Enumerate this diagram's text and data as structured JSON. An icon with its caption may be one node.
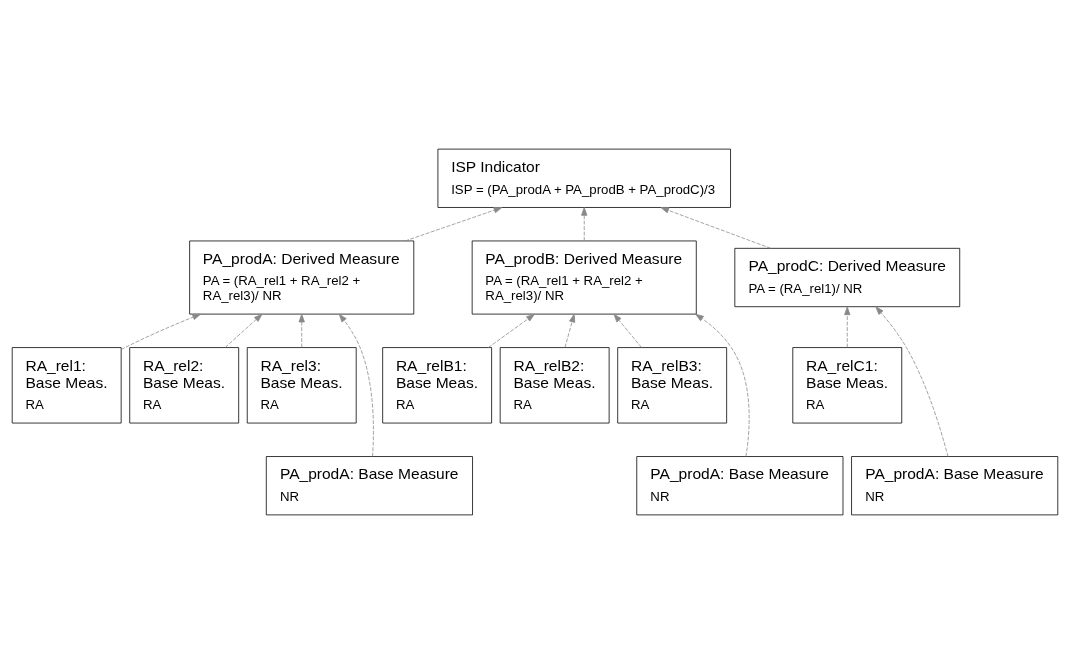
{
  "diagram": {
    "nodes": [
      {
        "text": [
          "ISP Indicator",
          "ISP = (PA_prodA + PA_prodB + PA_prodC)/3"
        ]
      },
      {
        "text": [
          "PA_prodA: Derived Measure",
          "PA = (RA_rel1 + RA_rel2 + RA_rel3)/ NR"
        ]
      },
      {
        "text": [
          "PA_prodB: Derived Measure",
          "PA = (RA_rel1 + RA_rel2 + RA_rel3)/ NR"
        ]
      },
      {
        "text": [
          "PA_prodC: Derived Measure",
          "PA = (RA_rel1)/ NR"
        ]
      },
      {
        "text": [
          "RA_rel1: Base Meas.",
          "RA"
        ]
      },
      {
        "text": [
          "RA_rel2: Base Meas.",
          "RA"
        ]
      },
      {
        "text": [
          "RA_rel3: Base Meas.",
          "RA"
        ]
      },
      {
        "text": [
          "RA_relB1: Base Meas.",
          "RA"
        ]
      },
      {
        "text": [
          "RA_relB2: Base Meas.",
          "RA"
        ]
      },
      {
        "text": [
          "RA_relB3: Base Meas.",
          "RA"
        ]
      },
      {
        "text": [
          "RA_relC1: Base Meas.",
          "RA"
        ]
      },
      {
        "text": [
          "PA_prodA: Base Measure",
          "NR"
        ]
      },
      {
        "text": [
          "PA_prodA: Base Measure",
          "NR"
        ]
      },
      {
        "text": [
          "PA_prodA: Base Measure",
          "NR"
        ]
      }
    ],
    "edges": [
      {
        "from": 1,
        "to": 0,
        "arrow": "to",
        "style": "dashed",
        "color": "#888888"
      },
      {
        "from": 2,
        "to": 0,
        "arrow": "to",
        "style": "dashed",
        "color": "#888888"
      },
      {
        "from": 3,
        "to": 0,
        "arrow": "to",
        "style": "dashed",
        "color": "#888888"
      },
      {
        "from": 4,
        "to": 1,
        "arrow": "to",
        "style": "dashed",
        "color": "#888888"
      },
      {
        "from": 5,
        "to": 1,
        "arrow": "to",
        "style": "dashed",
        "color": "#888888"
      },
      {
        "from": 6,
        "to": 1,
        "arrow": "to",
        "style": "dashed",
        "color": "#888888"
      },
      {
        "from": 11,
        "to": 1,
        "arrow": "to",
        "style": "dashed",
        "color": "#888888"
      },
      {
        "from": 7,
        "to": 2,
        "arrow": "to",
        "style": "dashed",
        "color": "#888888"
      },
      {
        "from": 8,
        "to": 2,
        "arrow": "to",
        "style": "dashed",
        "color": "#888888"
      },
      {
        "from": 9,
        "to": 2,
        "arrow": "to",
        "style": "dashed",
        "color": "#888888"
      },
      {
        "from": 12,
        "to": 2,
        "arrow": "to",
        "style": "dashed",
        "color": "#888888"
      },
      {
        "from": 10,
        "to": 3,
        "arrow": "to",
        "style": "dashed",
        "color": "#888888"
      },
      {
        "from": 13,
        "to": 3,
        "arrow": "to",
        "style": "dashed",
        "color": "#888888"
      }
    ]
  }
}
